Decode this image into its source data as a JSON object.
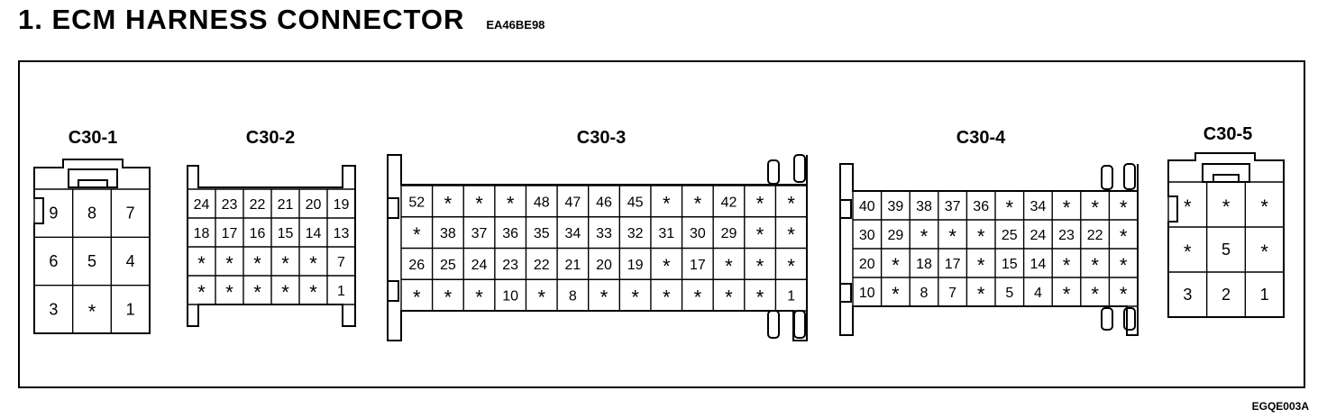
{
  "header": {
    "title": "1. ECM HARNESS CONNECTOR",
    "code": "EA46BE98"
  },
  "figure_code": "EGQE003A",
  "connectors": {
    "c1": {
      "label": "C30-1",
      "rows": [
        [
          "9",
          "8",
          "7"
        ],
        [
          "6",
          "5",
          "4"
        ],
        [
          "3",
          "*",
          "1"
        ]
      ]
    },
    "c2": {
      "label": "C30-2",
      "rows": [
        [
          "24",
          "23",
          "22",
          "21",
          "20",
          "19"
        ],
        [
          "18",
          "17",
          "16",
          "15",
          "14",
          "13"
        ],
        [
          "*",
          "*",
          "*",
          "*",
          "*",
          "7"
        ],
        [
          "*",
          "*",
          "*",
          "*",
          "*",
          "1"
        ]
      ]
    },
    "c3": {
      "label": "C30-3",
      "rows": [
        [
          "52",
          "*",
          "*",
          "*",
          "48",
          "47",
          "46",
          "45",
          "*",
          "*",
          "42",
          "*",
          "*"
        ],
        [
          "*",
          "38",
          "37",
          "36",
          "35",
          "34",
          "33",
          "32",
          "31",
          "30",
          "29",
          "*",
          "*"
        ],
        [
          "26",
          "25",
          "24",
          "23",
          "22",
          "21",
          "20",
          "19",
          "*",
          "17",
          "*",
          "*",
          "*"
        ],
        [
          "*",
          "*",
          "*",
          "10",
          "*",
          "8",
          "*",
          "*",
          "*",
          "*",
          "*",
          "*",
          "1"
        ]
      ]
    },
    "c4": {
      "label": "C30-4",
      "rows": [
        [
          "40",
          "39",
          "38",
          "37",
          "36",
          "*",
          "34",
          "*",
          "*",
          "*"
        ],
        [
          "30",
          "29",
          "*",
          "*",
          "*",
          "25",
          "24",
          "23",
          "22",
          "*"
        ],
        [
          "20",
          "*",
          "18",
          "17",
          "*",
          "15",
          "14",
          "*",
          "*",
          "*"
        ],
        [
          "10",
          "*",
          "8",
          "7",
          "*",
          "5",
          "4",
          "*",
          "*",
          "*"
        ]
      ]
    },
    "c5": {
      "label": "C30-5",
      "rows": [
        [
          "*",
          "*",
          "*"
        ],
        [
          "*",
          "5",
          "*"
        ],
        [
          "3",
          "2",
          "1"
        ]
      ]
    }
  }
}
